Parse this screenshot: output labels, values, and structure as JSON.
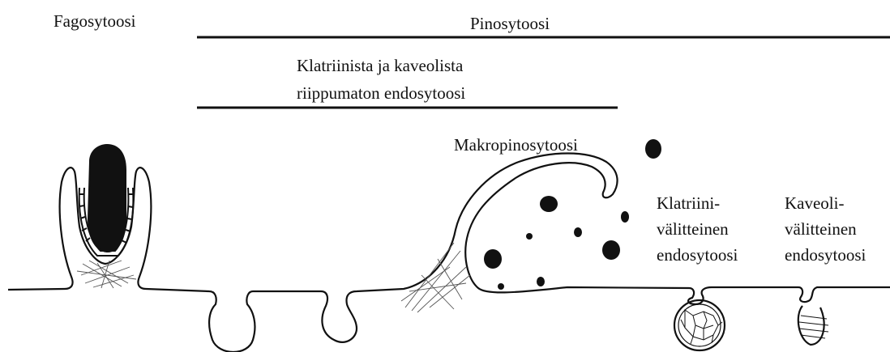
{
  "labels": {
    "phagocytosis": "Fagosytoosi",
    "pinocytosis": "Pinosytoosi",
    "independent_line1": "Klatriinista ja kaveolista",
    "independent_line2": "riippumaton endosytoosi",
    "macropinocytosis": "Makropinosytoosi",
    "clathrin_line1": "Klatriini-",
    "clathrin_line2": "välitteinen",
    "clathrin_line3": "endosytoosi",
    "caveolin_line1": "Kaveoli-",
    "caveolin_line2": "välitteinen",
    "caveolin_line3": "endosytoosi"
  },
  "colors": {
    "ink": "#111111",
    "background": "#ffffff"
  }
}
